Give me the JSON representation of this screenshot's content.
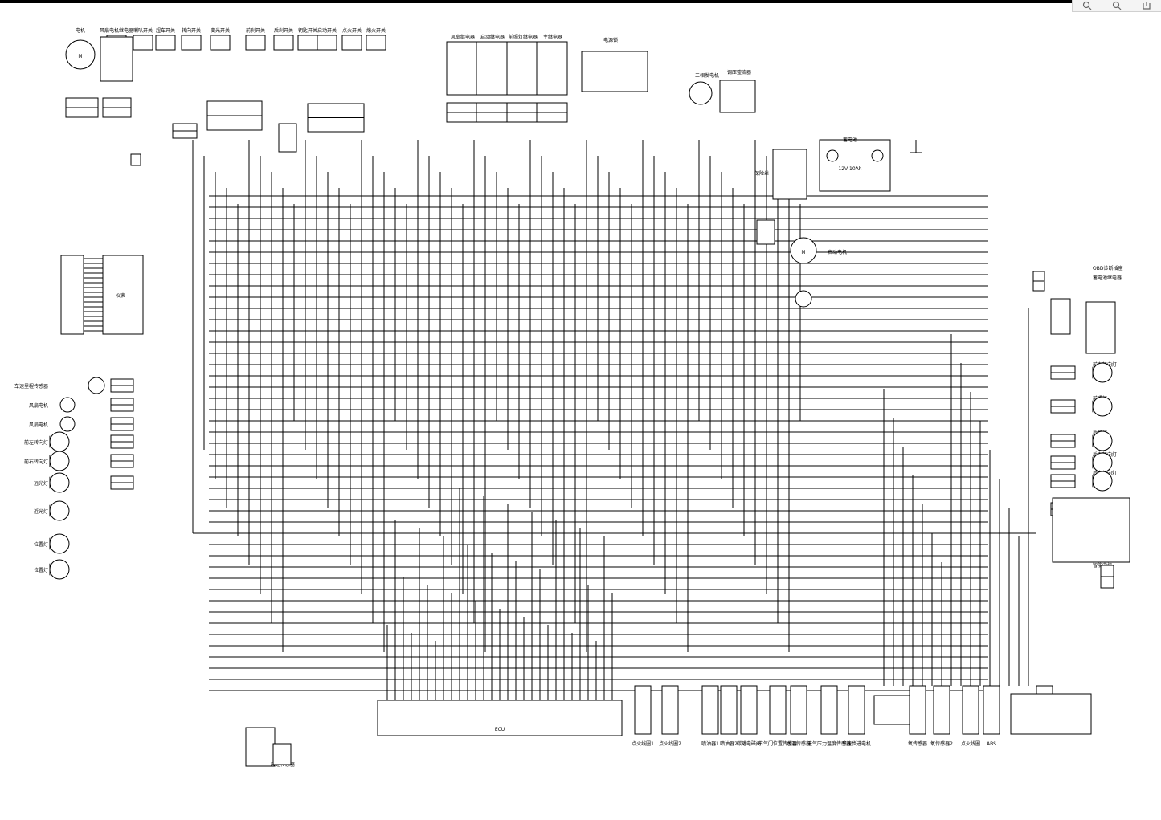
{
  "toolbar": {
    "items": [
      {
        "name": "zoom-in-icon"
      },
      {
        "name": "zoom-out-icon"
      },
      {
        "name": "download-icon"
      }
    ]
  },
  "diagram": {
    "top_switches": [
      "电机",
      "风扇电机继电器",
      "喇叭开关",
      "超车开关",
      "转向开关",
      "变光开关",
      "前刹开关",
      "后刹开关",
      "钥匙开关",
      "启动开关",
      "点火开关",
      "熄火开关"
    ],
    "relays": [
      "风扇继电器",
      "启动继电器",
      "前照灯继电器",
      "主继电器"
    ],
    "left_components": [
      "仪表",
      "车速里程传感器",
      "风扇电机",
      "风扇电机",
      "前左转向灯",
      "前右转向灯",
      "远光灯",
      "近光灯",
      "位置灯",
      "位置灯"
    ],
    "right_components": [
      "OBD诊断插座",
      "蓄电池继电器",
      "前左转向灯",
      "前照灯",
      "后尾灯",
      "后右转向灯",
      "后左转向灯",
      "牌照灯",
      "智能中控"
    ],
    "bottom_components": [
      "油泵",
      "转速传感器",
      "ECU",
      "点火线圈1",
      "点火线圈2",
      "喷油器1",
      "喷油器2",
      "碳罐电磁阀",
      "节气门位置传感器",
      "水温传感器",
      "进气压力温度传感器",
      "怠速步进电机",
      "氧传感器",
      "氧传感器2",
      "点火线圈",
      "ABS"
    ],
    "center_components": [
      "启动电机",
      "调压整流器",
      "三相发电机",
      "蓄电池",
      "12V 10Ah",
      "保险丝",
      "电源锁"
    ]
  }
}
